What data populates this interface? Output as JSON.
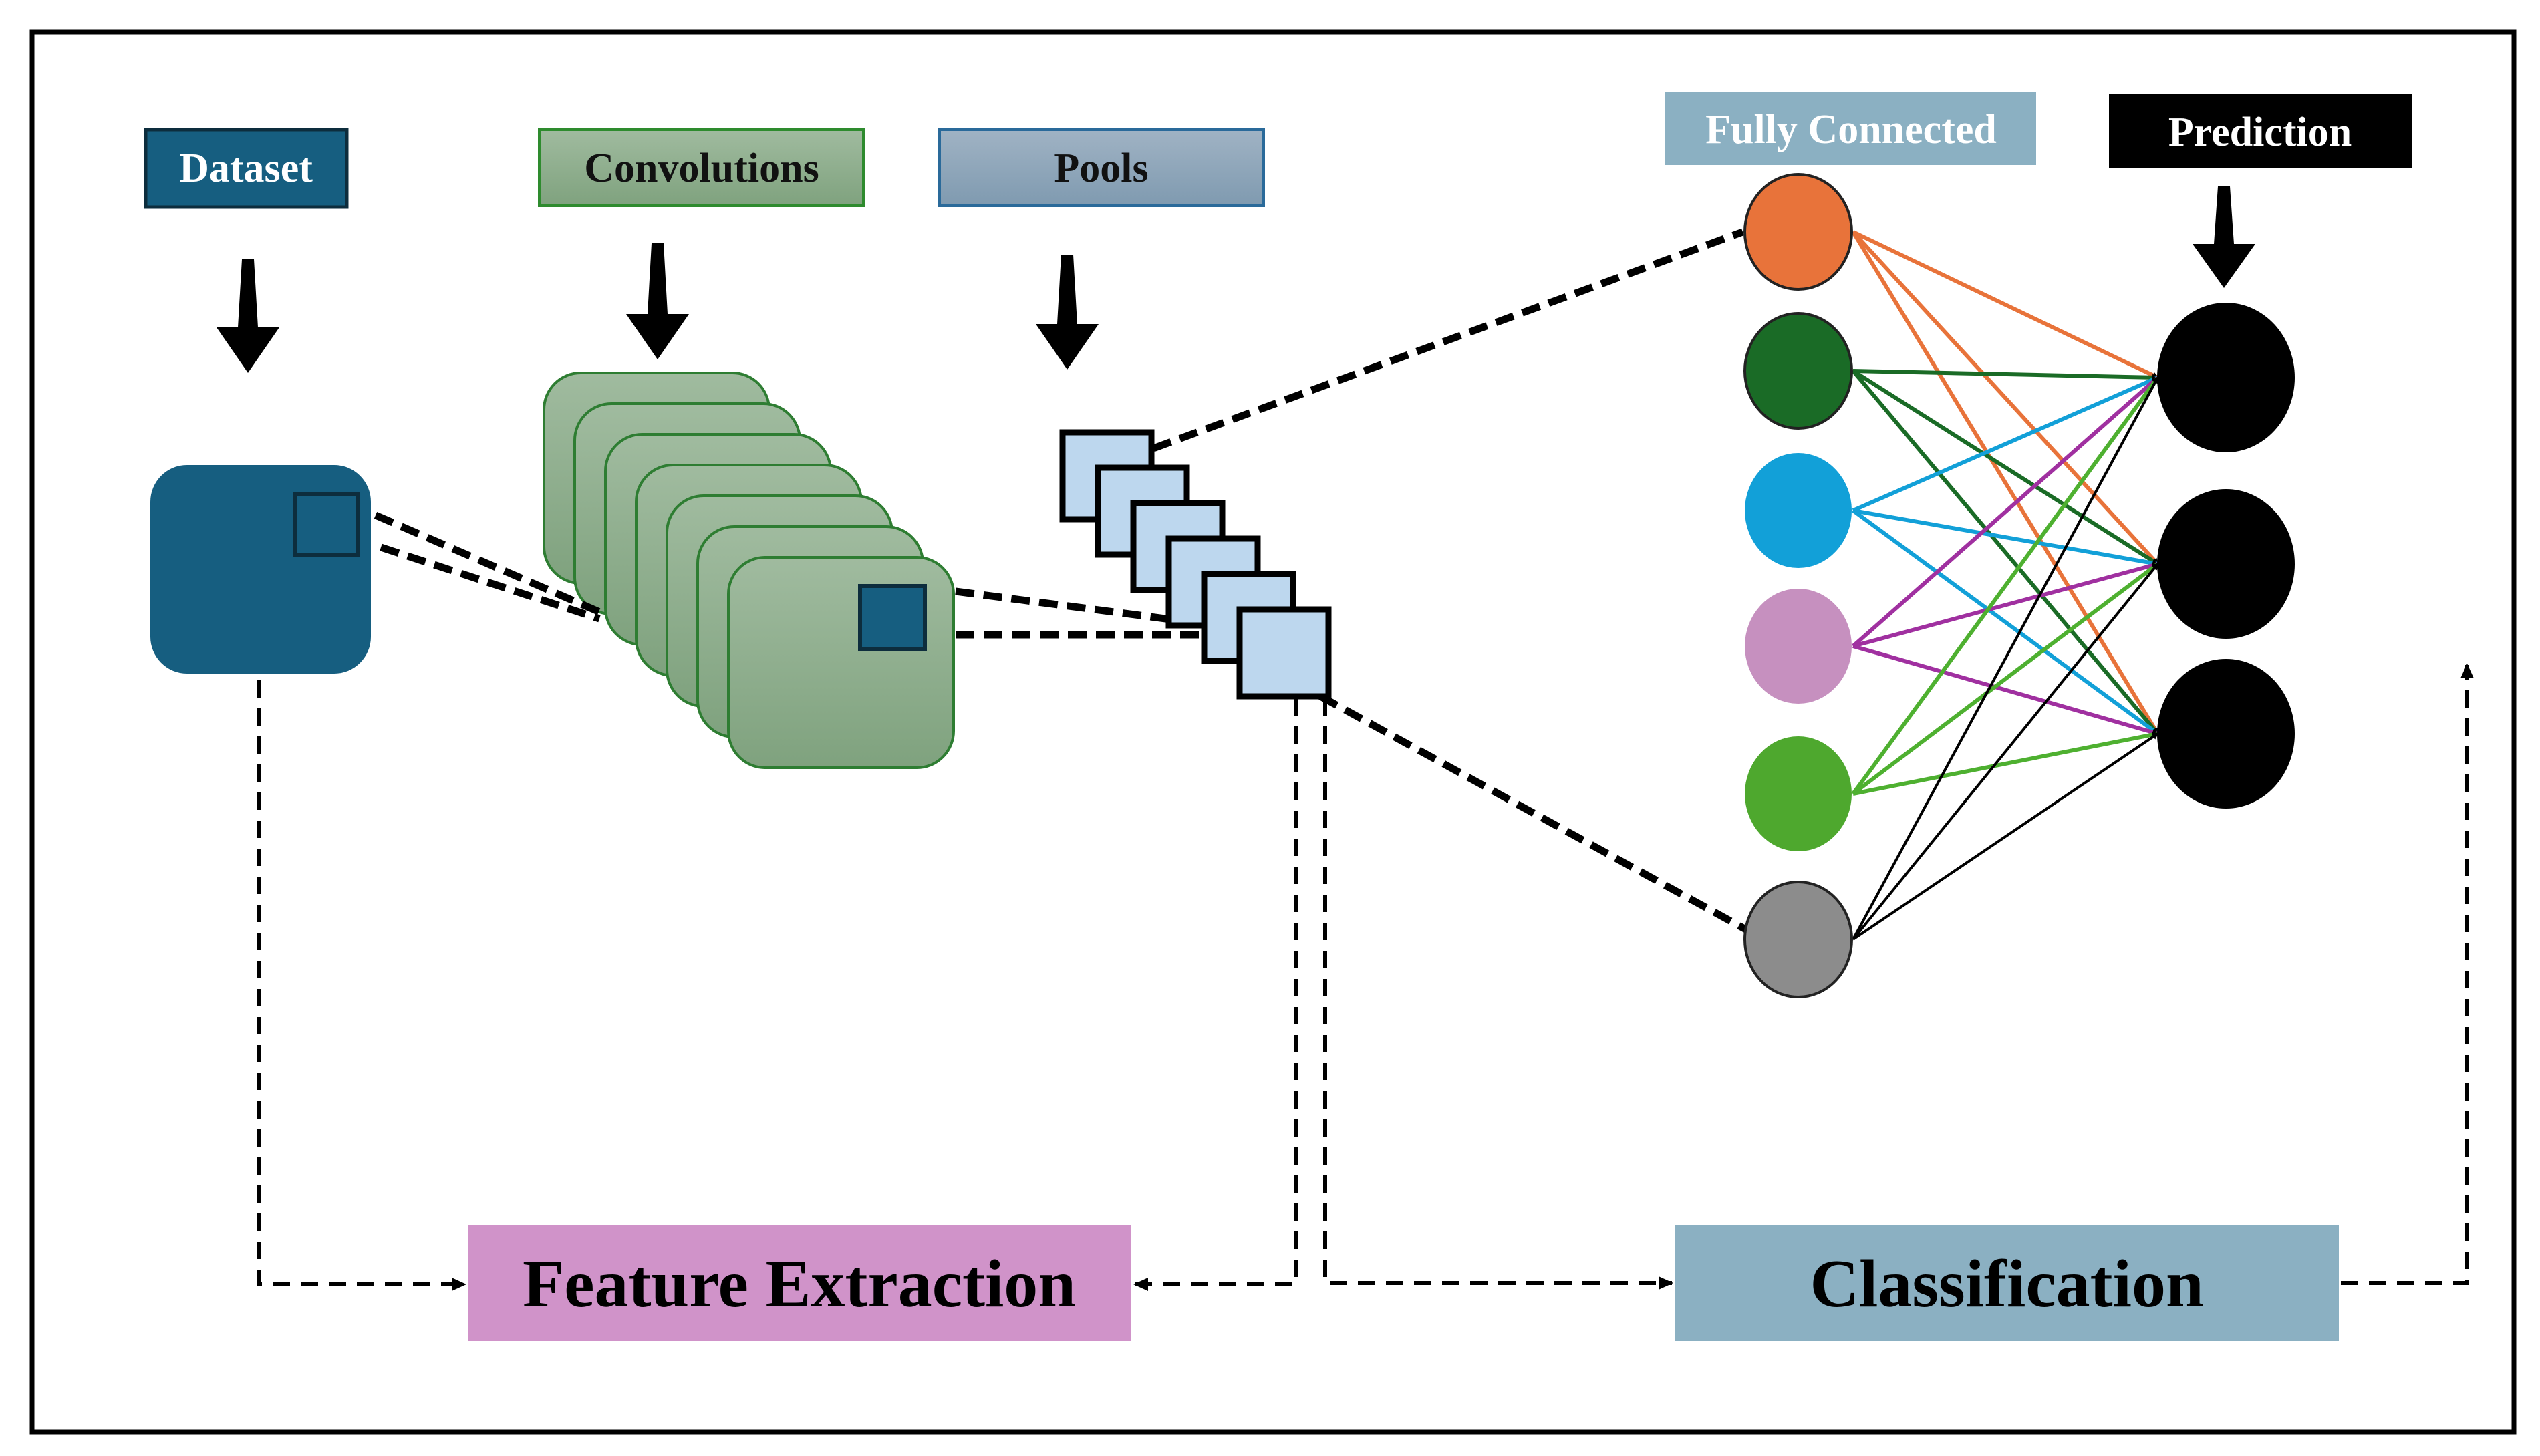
{
  "labels": {
    "dataset": "Dataset",
    "convolutions": "Convolutions",
    "pools": "Pools",
    "fully_connected": "Fully Connected",
    "prediction": "Prediction",
    "feature_extraction": "Feature Extraction",
    "classification": "Classification"
  },
  "colors": {
    "dataset": "#165E80",
    "convolution": "#8FAF8E",
    "pool_label": "#8FA7BB",
    "pool_square": "#BDD7EE",
    "fully_connected_label": "#8BB0C2",
    "feature_extraction_box": "#D093C9",
    "classification_box": "#8BB0C2",
    "fc_nodes": [
      "#E8733A",
      "#1A6B26",
      "#12A0D8",
      "#C690BF",
      "#4EA82E",
      "#8C8C8C"
    ],
    "fc_edges": [
      "#E8733A",
      "#1A6B26",
      "#12A0D8",
      "#A030A0",
      "#4EB030",
      "#000000"
    ],
    "output_node": "#000000"
  },
  "network": {
    "fully_connected_nodes": 6,
    "output_nodes": 3,
    "convolution_maps": 7,
    "pool_maps": 6
  }
}
